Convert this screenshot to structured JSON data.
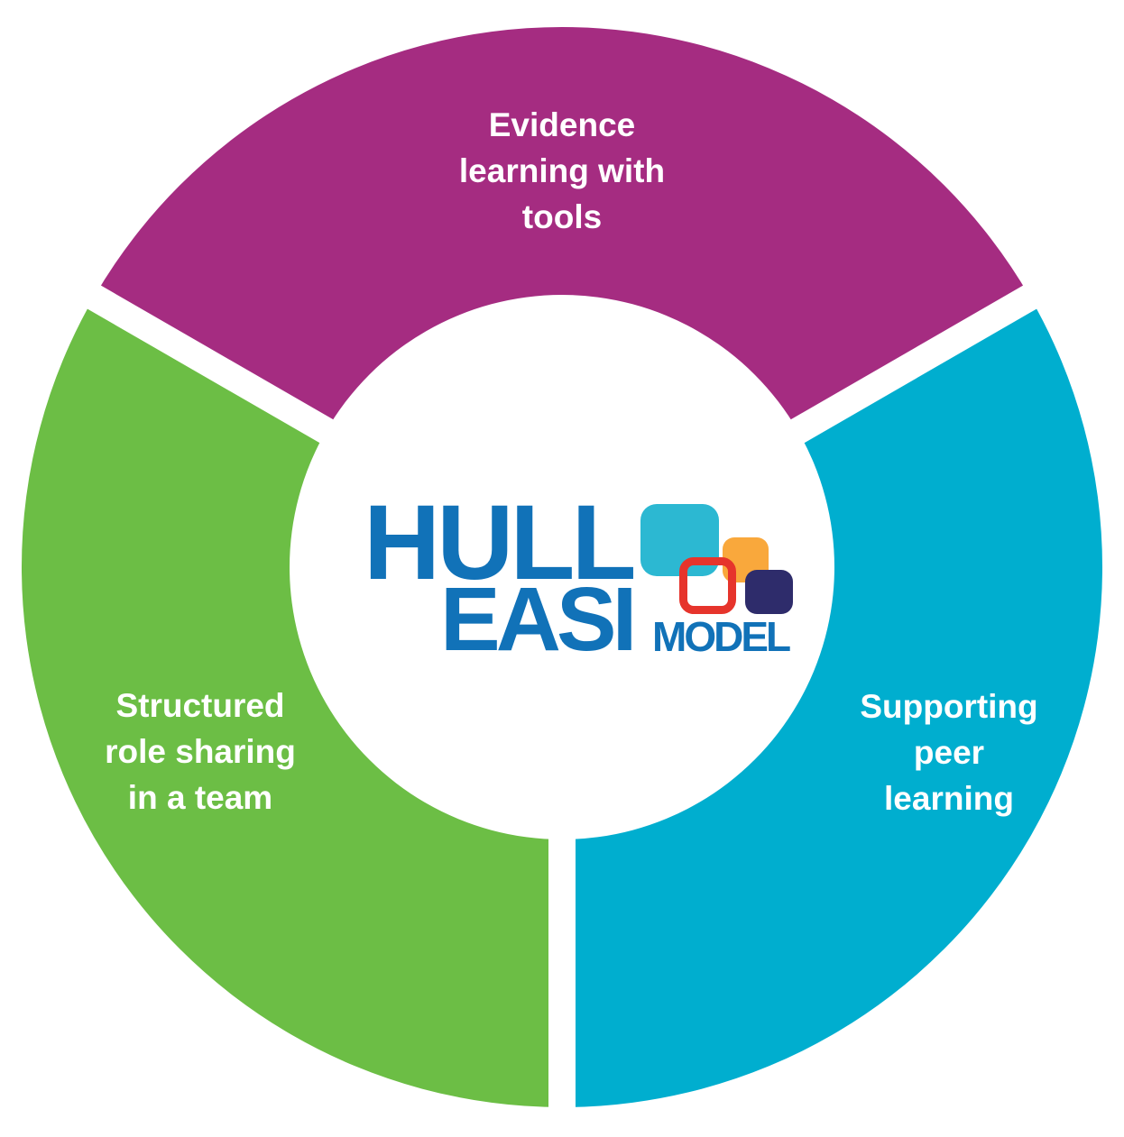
{
  "title": "HULL EASI MODEL diagram",
  "diagram": {
    "type": "donut-3-segments",
    "segments": [
      {
        "id": "evidence",
        "position": "top",
        "label": "Evidence\nlearning with\ntools",
        "color": "#A52C81"
      },
      {
        "id": "peer",
        "position": "right",
        "label": "Supporting\npeer\nlearning",
        "color": "#00AECF"
      },
      {
        "id": "role",
        "position": "left",
        "label": "Structured\nrole sharing\nin a team",
        "color": "#6CBE45"
      }
    ],
    "gap_color": "#ffffff",
    "label_text_color": "#ffffff"
  },
  "logo": {
    "word1": "HULL",
    "word2": "EASI",
    "word3": "MODEL",
    "text_color": "#1172B8",
    "squares": {
      "cyan": "#2CB8D2",
      "orange": "#F9A83C",
      "navy": "#2E2C6B",
      "red_outline": "#E6342C"
    }
  }
}
